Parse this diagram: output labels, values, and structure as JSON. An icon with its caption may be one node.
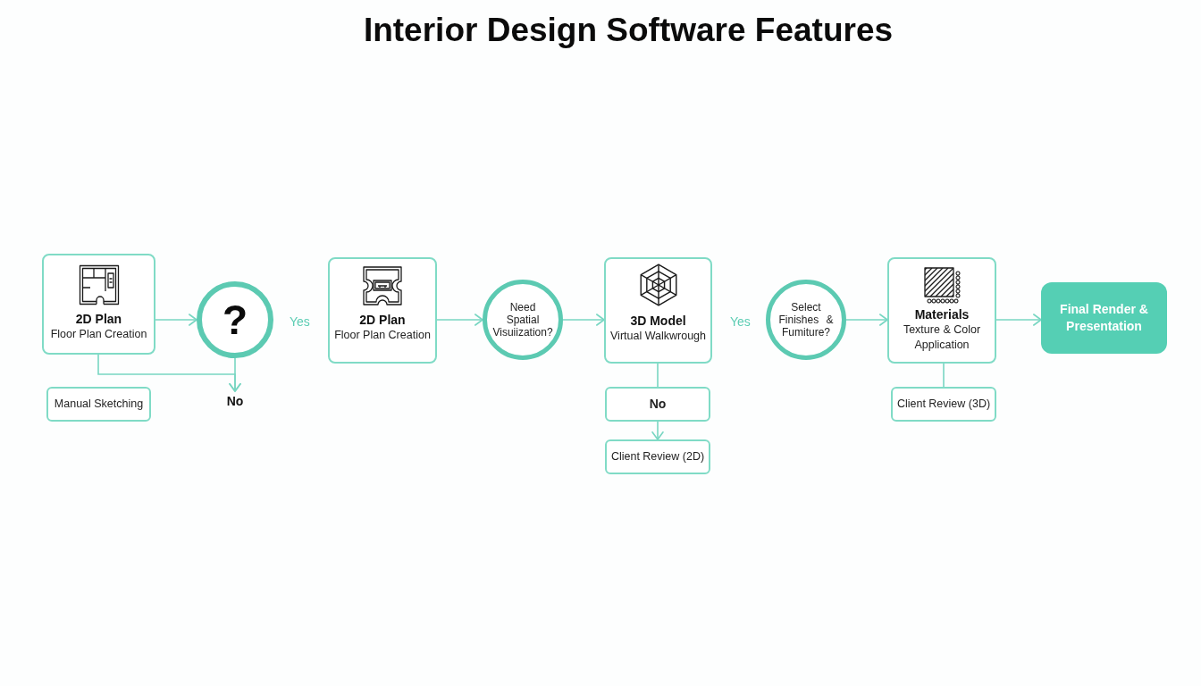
{
  "diagram": {
    "title": "Interior Design Software Features",
    "nodes": [
      {
        "text": [
          "2D Plan",
          "Floor Plan Creation"
        ]
      },
      {
        "text": [
          "?"
        ]
      },
      {
        "text": [
          "Manual Sketching"
        ]
      },
      {
        "text": [
          "No"
        ]
      },
      {
        "text": [
          "2D Plan",
          "Floor Plan Creation"
        ]
      },
      {
        "text": [
          "Need Spatial Visuiization?"
        ]
      },
      {
        "text": [
          "3D Model",
          "Virtual Walkwrough"
        ]
      },
      {
        "text": [
          "No"
        ]
      },
      {
        "text": [
          "Client Review (2D)"
        ]
      },
      {
        "text": [
          "Select Finishes & Fumiture?"
        ]
      },
      {
        "text": [
          "Materials",
          "Texture & Color Application"
        ]
      },
      {
        "text": [
          "Client Review (3D)"
        ]
      },
      {
        "text": [
          "Final Render & Presentation"
        ]
      }
    ],
    "edges": [
      {
        "from": 0,
        "to": 1,
        "arrow": "to"
      },
      {
        "from": 0,
        "to": 3,
        "arrow": "to"
      },
      {
        "from": 1,
        "to": 3,
        "arrow": "to"
      },
      {
        "from": 4,
        "to": 5,
        "arrow": "to"
      },
      {
        "from": 5,
        "to": 6,
        "arrow": "to"
      },
      {
        "from": 6,
        "to": 7,
        "arrow": "none"
      },
      {
        "from": 7,
        "to": 8,
        "arrow": "to"
      },
      {
        "from": 9,
        "to": 10,
        "arrow": "to"
      },
      {
        "from": 10,
        "to": 11,
        "arrow": "none"
      },
      {
        "from": 10,
        "to": 12,
        "arrow": "to"
      }
    ],
    "labels": [
      "Yes",
      "Yes"
    ]
  }
}
